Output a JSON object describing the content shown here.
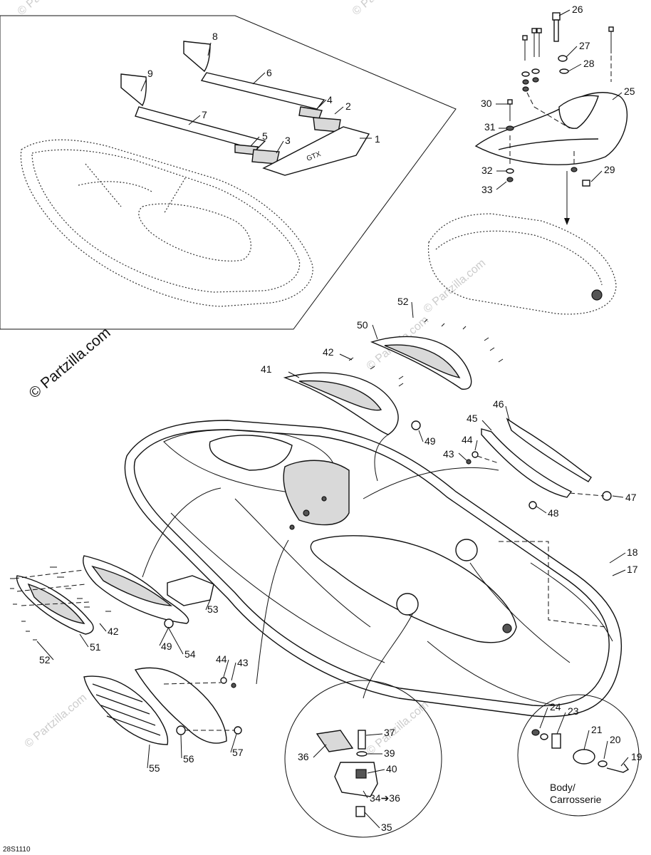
{
  "watermark": "© Partzilla.com",
  "watermark_faint": "© Partzilla.com",
  "figure_code": "28S1110",
  "decal_brand_text": "GTX",
  "body_label_line1": "Body/",
  "body_label_line2": "Carrosserie",
  "callout_arrow_label": "34➔36",
  "callouts": [
    "1",
    "2",
    "3",
    "4",
    "5",
    "6",
    "7",
    "8",
    "9",
    "17",
    "18",
    "19",
    "20",
    "21",
    "23",
    "24",
    "25",
    "26",
    "27",
    "28",
    "29",
    "30",
    "31",
    "32",
    "33",
    "35",
    "36",
    "37",
    "39",
    "40",
    "41",
    "42",
    "42",
    "43",
    "43",
    "44",
    "44",
    "45",
    "46",
    "47",
    "48",
    "49",
    "49",
    "50",
    "51",
    "52",
    "52",
    "53",
    "54",
    "55",
    "56",
    "57"
  ]
}
